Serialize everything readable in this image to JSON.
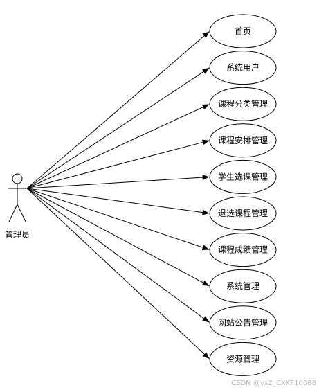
{
  "actor": {
    "label": "管理员"
  },
  "use_cases": [
    {
      "label": "首页"
    },
    {
      "label": "系统用户"
    },
    {
      "label": "课程分类管理"
    },
    {
      "label": "课程安排管理"
    },
    {
      "label": "学生选课管理"
    },
    {
      "label": "退选课程管理"
    },
    {
      "label": "课程成绩管理"
    },
    {
      "label": "系统管理"
    },
    {
      "label": "网站公告管理"
    },
    {
      "label": "资源管理"
    }
  ],
  "watermark": "CSDN @vx2_CXKF10088",
  "colors": {
    "stroke": "#000000",
    "background": "#ffffff"
  }
}
